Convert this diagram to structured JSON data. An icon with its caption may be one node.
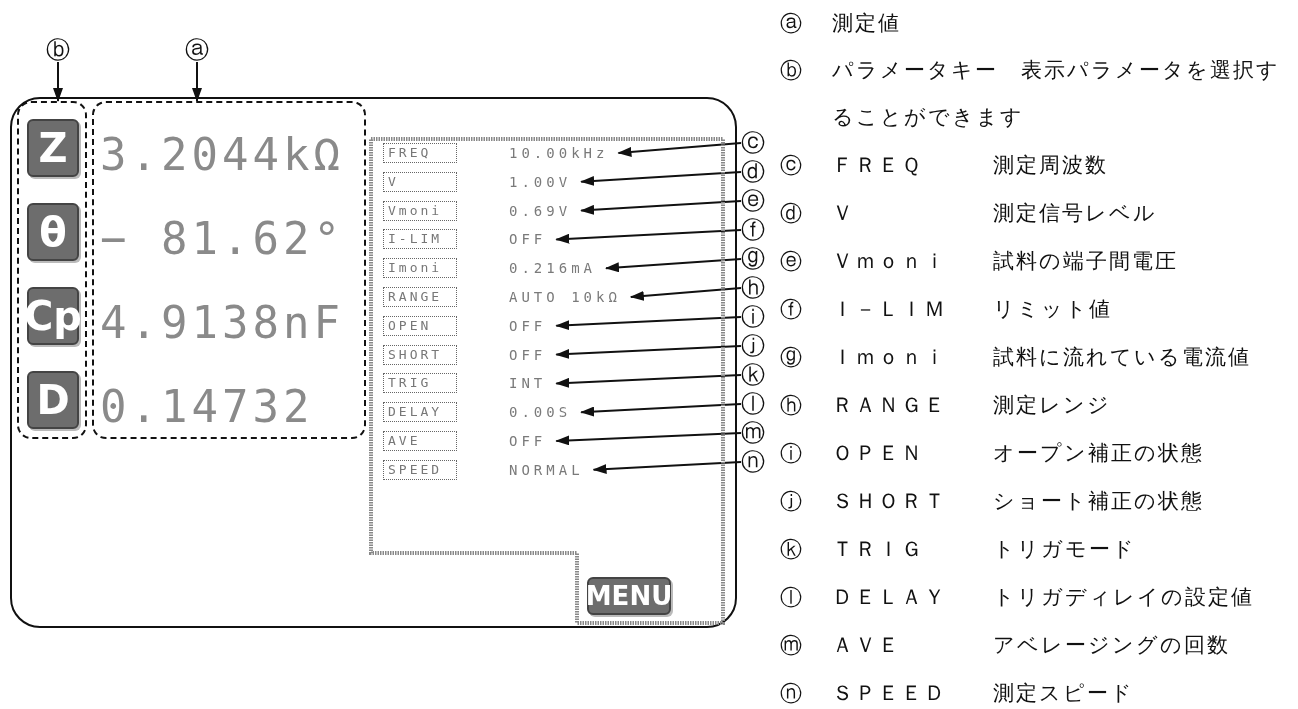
{
  "diagram": {
    "nodes": [
      {
        "text": [],
        "shape": "box"
      },
      {
        "text": [],
        "shape": "box",
        "in": 0
      },
      {
        "text": [
          "Z"
        ],
        "in": 1
      },
      {
        "text": [
          "θ"
        ],
        "in": 1
      },
      {
        "text": [
          "Cp"
        ],
        "in": 1
      },
      {
        "text": [
          "D"
        ],
        "in": 1
      },
      {
        "text": [],
        "shape": "box",
        "in": 0
      },
      {
        "text": [
          "3.2044kΩ"
        ],
        "in": 6
      },
      {
        "text": [
          "− 81.62°"
        ],
        "in": 6
      },
      {
        "text": [
          "4.9138nF"
        ],
        "in": 6
      },
      {
        "text": [
          "0.14732"
        ],
        "in": 6
      },
      {
        "text": [],
        "shape": "box",
        "in": 0
      },
      {
        "text": [
          "FREQ"
        ],
        "in": 11
      },
      {
        "text": [
          "10.00kHz"
        ],
        "in": 11
      },
      {
        "text": [
          "V"
        ],
        "in": 11
      },
      {
        "text": [
          "1.00V"
        ],
        "in": 11
      },
      {
        "text": [
          "Vmoni"
        ],
        "in": 11
      },
      {
        "text": [
          "0.69V"
        ],
        "in": 11
      },
      {
        "text": [
          "I-LIM"
        ],
        "in": 11
      },
      {
        "text": [
          "OFF"
        ],
        "in": 11
      },
      {
        "text": [
          "Imoni"
        ],
        "in": 11
      },
      {
        "text": [
          "0.216mA"
        ],
        "in": 11
      },
      {
        "text": [
          "RANGE"
        ],
        "in": 11
      },
      {
        "text": [
          "AUTO 10kΩ"
        ],
        "in": 11
      },
      {
        "text": [
          "OPEN"
        ],
        "in": 11
      },
      {
        "text": [
          "OFF"
        ],
        "in": 11
      },
      {
        "text": [
          "SHORT"
        ],
        "in": 11
      },
      {
        "text": [
          "OFF"
        ],
        "in": 11
      },
      {
        "text": [
          "TRIG"
        ],
        "in": 11
      },
      {
        "text": [
          "INT"
        ],
        "in": 11
      },
      {
        "text": [
          "DELAY"
        ],
        "in": 11
      },
      {
        "text": [
          "0.00S"
        ],
        "in": 11
      },
      {
        "text": [
          "AVE"
        ],
        "in": 11
      },
      {
        "text": [
          "OFF"
        ],
        "in": 11
      },
      {
        "text": [
          "SPEED"
        ],
        "in": 11
      },
      {
        "text": [
          "NORMAL"
        ],
        "in": 11
      },
      {
        "text": [
          "MENU"
        ],
        "in": 11
      },
      {
        "text": [
          "ⓑ"
        ]
      },
      {
        "text": [
          "ⓐ"
        ]
      },
      {
        "text": [
          "ⓒ"
        ]
      },
      {
        "text": [
          "ⓓ"
        ]
      },
      {
        "text": [
          "ⓔ"
        ]
      },
      {
        "text": [
          "ⓕ"
        ]
      },
      {
        "text": [
          "ⓖ"
        ]
      },
      {
        "text": [
          "ⓗ"
        ]
      },
      {
        "text": [
          "ⓘ"
        ]
      },
      {
        "text": [
          "ⓙ"
        ]
      },
      {
        "text": [
          "ⓚ"
        ]
      },
      {
        "text": [
          "ⓛ"
        ]
      },
      {
        "text": [
          "ⓜ"
        ]
      },
      {
        "text": [
          "ⓝ"
        ]
      }
    ],
    "edges": [
      {
        "from": 37,
        "to": 1,
        "arrow": "to"
      },
      {
        "from": 38,
        "to": 6,
        "arrow": "to"
      },
      {
        "from": 39,
        "to": 13,
        "arrow": "to"
      },
      {
        "from": 40,
        "to": 15,
        "arrow": "to"
      },
      {
        "from": 41,
        "to": 17,
        "arrow": "to"
      },
      {
        "from": 42,
        "to": 19,
        "arrow": "to"
      },
      {
        "from": 43,
        "to": 21,
        "arrow": "to"
      },
      {
        "from": 44,
        "to": 23,
        "arrow": "to"
      },
      {
        "from": 45,
        "to": 25,
        "arrow": "to"
      },
      {
        "from": 46,
        "to": 27,
        "arrow": "to"
      },
      {
        "from": 47,
        "to": 29,
        "arrow": "to"
      },
      {
        "from": 48,
        "to": 31,
        "arrow": "to"
      },
      {
        "from": 49,
        "to": 33,
        "arrow": "to"
      },
      {
        "from": 50,
        "to": 35,
        "arrow": "to"
      }
    ],
    "labels": [
      "ⓐ",
      "測定値",
      "ⓑ",
      "パラメータキー　表示パラメータを選択することができます",
      "ⓒ",
      "ＦＲＥＱ",
      "測定周波数",
      "ⓓ",
      "Ｖ",
      "測定信号レベル",
      "ⓔ",
      "Ｖｍｏｎｉ",
      "試料の端子間電圧",
      "ⓕ",
      "Ｉ－ＬＩＭ",
      "リミット値",
      "ⓖ",
      "Ｉｍｏｎｉ",
      "試料に流れている電流値",
      "ⓗ",
      "ＲＡＮＧＥ",
      "測定レンジ",
      "ⓘ",
      "ＯＰＥＮ",
      "オープン補正の状態",
      "ⓙ",
      "ＳＨＯＲＴ",
      "ショート補正の状態",
      "ⓚ",
      "ＴＲＩＧ",
      "トリガモード",
      "ⓛ",
      "ＤＥＬＡＹ",
      "トリガディレイの設定値",
      "ⓜ",
      "ＡＶＥ",
      "アベレージングの回数",
      "ⓝ",
      "ＳＰＥＥＤ",
      "測定スピード"
    ]
  }
}
